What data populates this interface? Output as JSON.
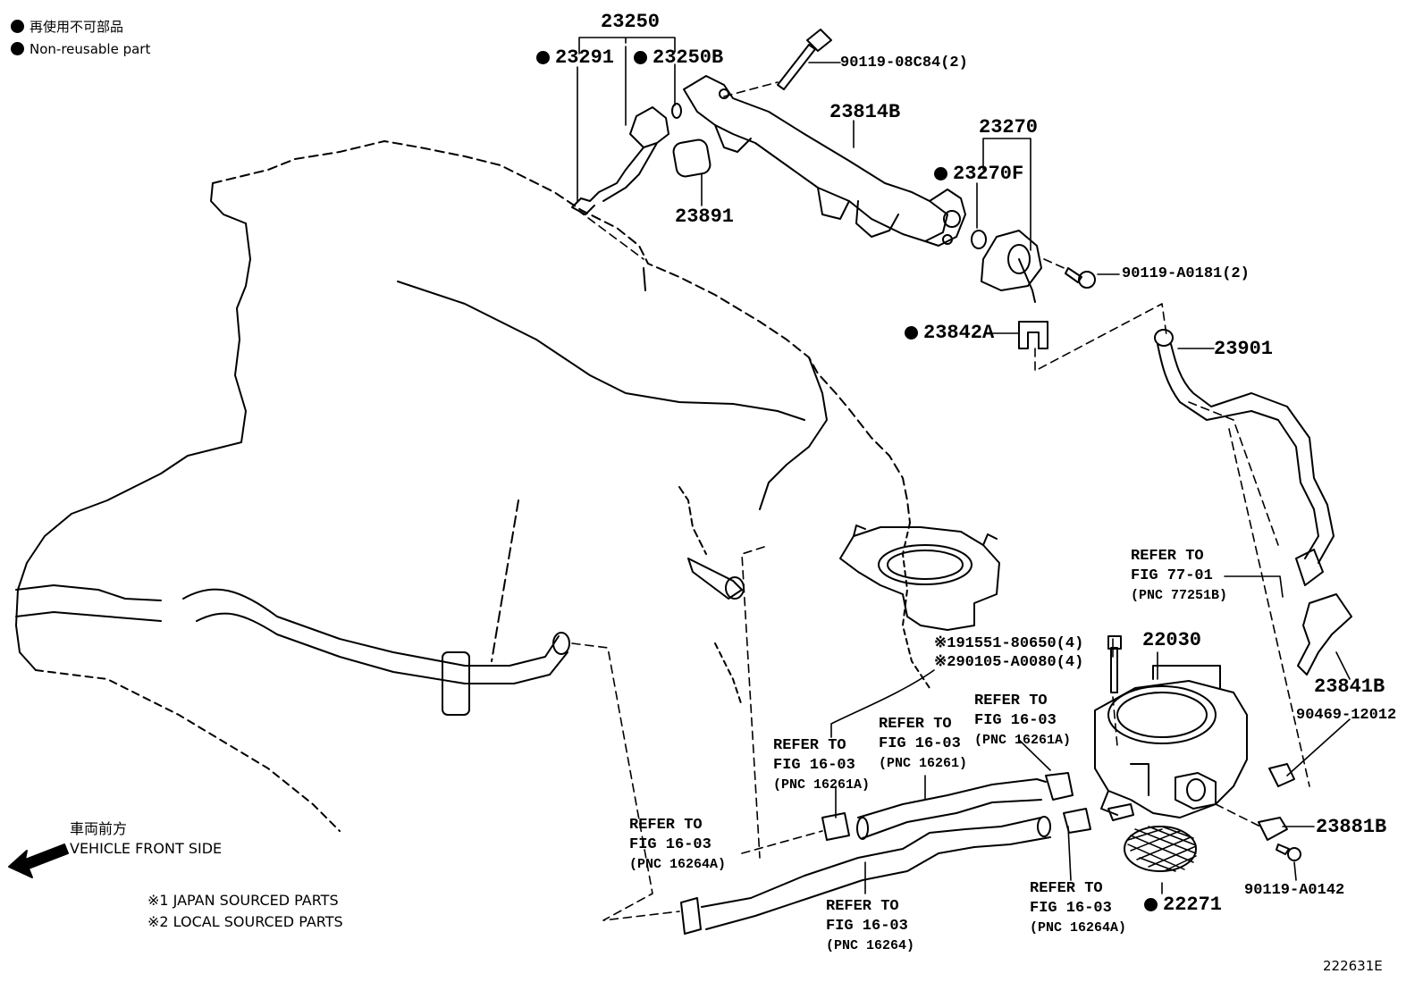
{
  "legend": {
    "jp": "再使用不可部品",
    "en": "Non-reusable part"
  },
  "parts": {
    "p23250": "23250",
    "p23291": "23291",
    "p23250B": "23250B",
    "p90119_08C84": "90119-08C84(2)",
    "p23814B": "23814B",
    "p23891": "23891",
    "p23270": "23270",
    "p23270F": "23270F",
    "p90119_A0181": "90119-A0181(2)",
    "p23842A": "23842A",
    "p23901": "23901",
    "p22030": "22030",
    "p23841B": "23841B",
    "p90469_12012": "90469-12012",
    "p23881B": "23881B",
    "p90119_A0142": "90119-A0142",
    "p22271": "22271",
    "bolt1": "※191551-80650(4)",
    "bolt2": "※290105-A0080(4)"
  },
  "refs": [
    {
      "line1": "REFER TO",
      "line2": "FIG 77-01",
      "pnc": "(PNC 77251B)"
    },
    {
      "line1": "REFER TO",
      "line2": "FIG 16-03",
      "pnc": "(PNC 16261A)"
    },
    {
      "line1": "REFER TO",
      "line2": "FIG 16-03",
      "pnc": "(PNC 16261)"
    },
    {
      "line1": "REFER TO",
      "line2": "FIG 16-03",
      "pnc": "(PNC 16261A)"
    },
    {
      "line1": "REFER TO",
      "line2": "FIG 16-03",
      "pnc": "(PNC 16264A)"
    },
    {
      "line1": "REFER TO",
      "line2": "FIG 16-03",
      "pnc": "(PNC 16264)"
    },
    {
      "line1": "REFER TO",
      "line2": "FIG 16-03",
      "pnc": "(PNC 16264A)"
    }
  ],
  "front": {
    "jp": "車両前方",
    "en": "VEHICLE FRONT SIDE"
  },
  "notes": {
    "n1": "※1 JAPAN SOURCED PARTS",
    "n2": "※2 LOCAL SOURCED PARTS"
  },
  "figure_id": "222631E"
}
